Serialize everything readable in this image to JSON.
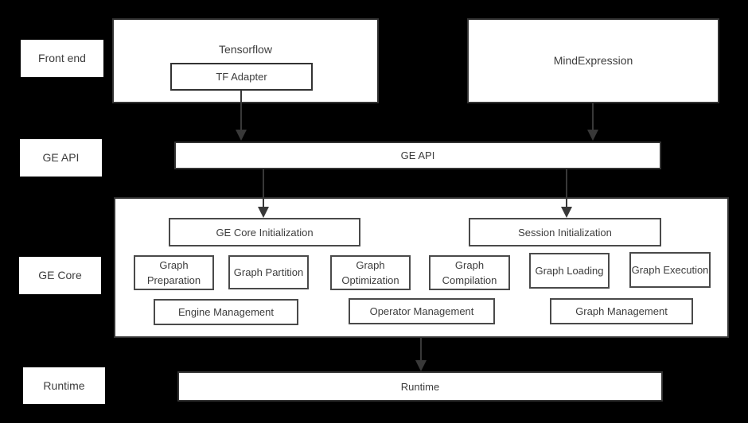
{
  "colors": {
    "background": "#000000",
    "box_fill": "#ffffff",
    "outer_border": "#333333",
    "inner_border": "#4a4a4a",
    "text": "#3d3d3d",
    "arrow": "#383838"
  },
  "side_labels": {
    "front_end": "Front end",
    "ge_api": "GE API",
    "ge_core": "GE Core",
    "runtime": "Runtime"
  },
  "front_end": {
    "tensorflow_title": "Tensorflow",
    "tf_adapter": "TF Adapter",
    "mind_expression": "MindExpression"
  },
  "ge_api": {
    "bar_label": "GE API"
  },
  "ge_core": {
    "init": [
      "GE Core Initialization",
      "Session Initialization"
    ],
    "stages": [
      "Graph Preparation",
      "Graph Partition",
      "Graph Optimization",
      "Graph Compilation",
      "Graph Loading",
      "Graph Execution"
    ],
    "management": [
      "Engine Management",
      "Operator Management",
      "Graph Management"
    ]
  },
  "runtime": {
    "bar_label": "Runtime"
  }
}
